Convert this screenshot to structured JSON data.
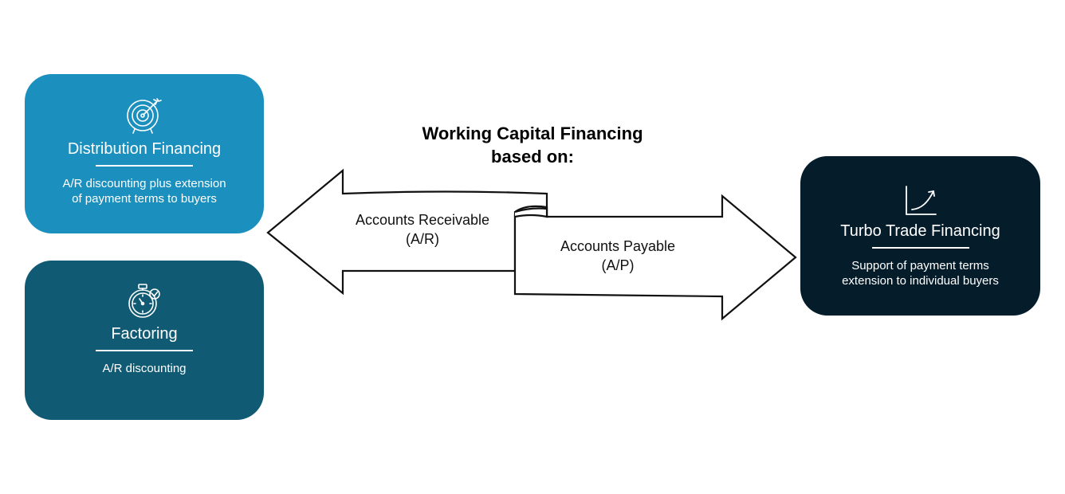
{
  "heading": {
    "line1": "Working Capital Financing",
    "line2": "based on:"
  },
  "cards": {
    "distribution": {
      "title": "Distribution Financing",
      "desc_line1": "A/R discounting plus extension",
      "desc_line2": "of payment terms to buyers",
      "icon": "target-icon",
      "color": "#1b8fbe"
    },
    "factoring": {
      "title": "Factoring",
      "desc_line1": "A/R discounting",
      "icon": "stopwatch-icon",
      "color": "#115a73"
    },
    "turbo": {
      "title": "Turbo Trade Financing",
      "desc_line1": "Support of payment terms",
      "desc_line2": "extension to individual buyers",
      "icon": "growth-chart-icon",
      "color": "#051c2b"
    }
  },
  "arrows": {
    "receivable": {
      "line1": "Accounts Receivable",
      "line2": "(A/R)"
    },
    "payable": {
      "line1": "Accounts Payable",
      "line2": "(A/P)"
    }
  }
}
